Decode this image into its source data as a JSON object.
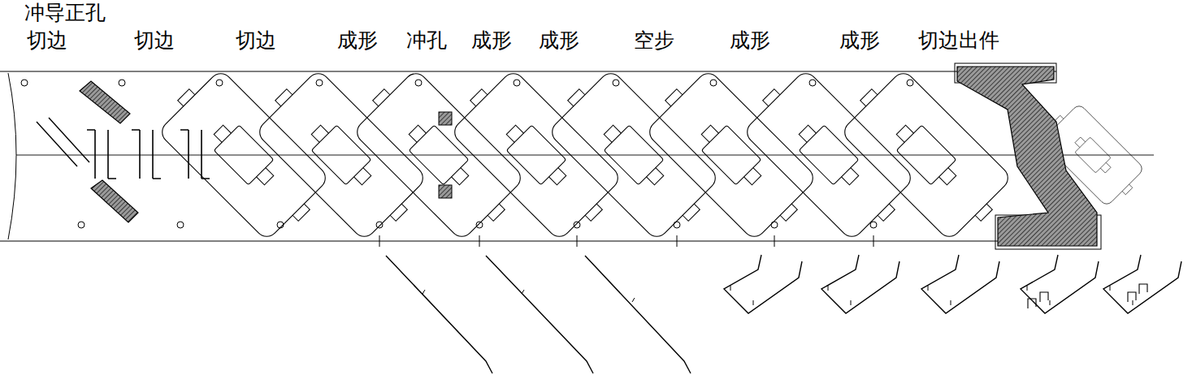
{
  "diagram": {
    "labels": [
      "冲导正孔",
      "切边",
      "切边",
      "切边",
      "成形",
      "冲孔",
      "成形",
      "成形",
      "空步",
      "成形",
      "成形",
      "切边出件"
    ]
  }
}
